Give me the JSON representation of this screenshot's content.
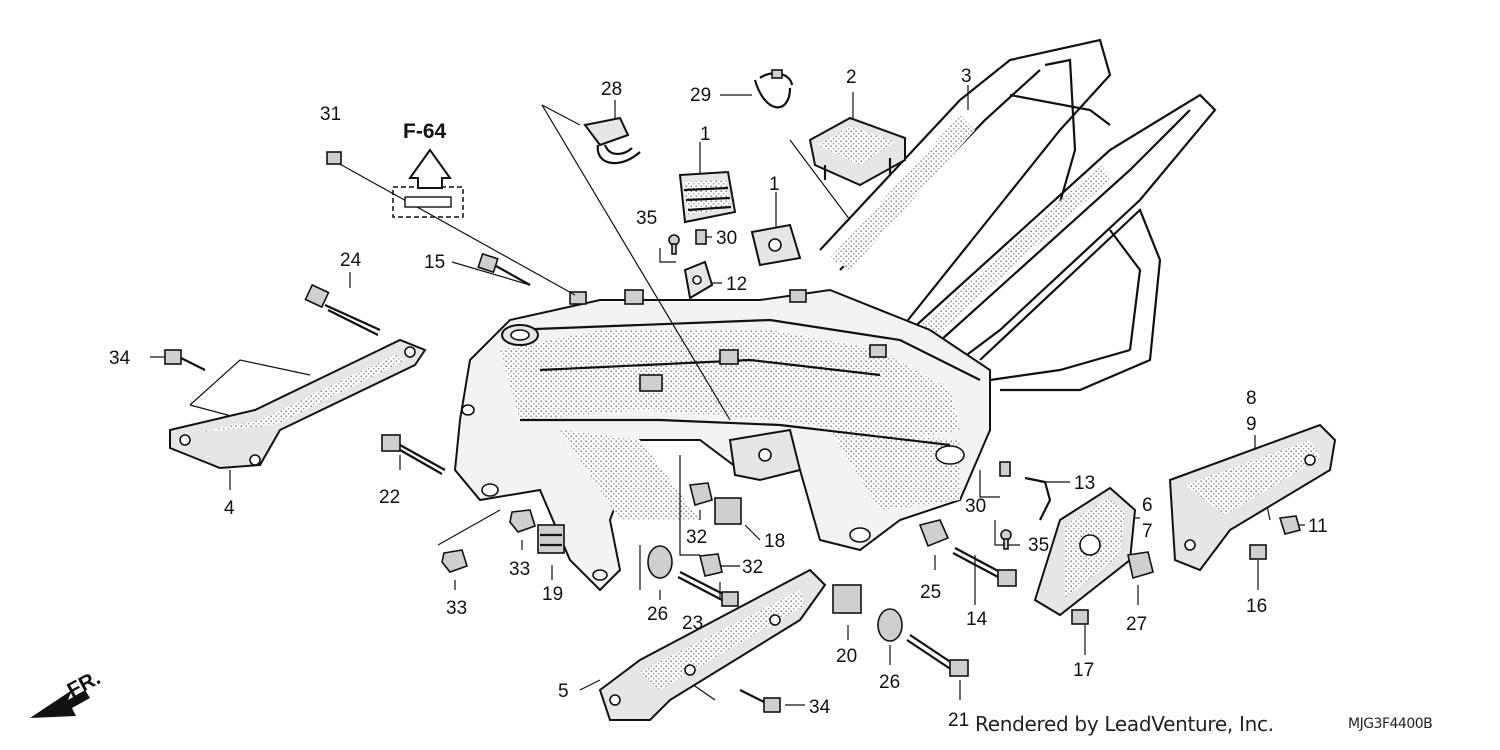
{
  "diagram": {
    "reference": {
      "label": "F-64"
    },
    "front_indicator": {
      "label": "FR."
    },
    "callouts": [
      {
        "id": "c1a",
        "text": "1"
      },
      {
        "id": "c1b",
        "text": "1"
      },
      {
        "id": "c2",
        "text": "2"
      },
      {
        "id": "c3",
        "text": "3"
      },
      {
        "id": "c4",
        "text": "4"
      },
      {
        "id": "c5",
        "text": "5"
      },
      {
        "id": "c6",
        "text": "6"
      },
      {
        "id": "c7",
        "text": "7"
      },
      {
        "id": "c8",
        "text": "8"
      },
      {
        "id": "c9",
        "text": "9"
      },
      {
        "id": "c11",
        "text": "11"
      },
      {
        "id": "c12",
        "text": "12"
      },
      {
        "id": "c13",
        "text": "13"
      },
      {
        "id": "c14",
        "text": "14"
      },
      {
        "id": "c15",
        "text": "15"
      },
      {
        "id": "c16",
        "text": "16"
      },
      {
        "id": "c17",
        "text": "17"
      },
      {
        "id": "c18",
        "text": "18"
      },
      {
        "id": "c19",
        "text": "19"
      },
      {
        "id": "c20",
        "text": "20"
      },
      {
        "id": "c21",
        "text": "21"
      },
      {
        "id": "c22",
        "text": "22"
      },
      {
        "id": "c23",
        "text": "23"
      },
      {
        "id": "c24",
        "text": "24"
      },
      {
        "id": "c25",
        "text": "25"
      },
      {
        "id": "c26a",
        "text": "26"
      },
      {
        "id": "c26b",
        "text": "26"
      },
      {
        "id": "c27",
        "text": "27"
      },
      {
        "id": "c28",
        "text": "28"
      },
      {
        "id": "c29",
        "text": "29"
      },
      {
        "id": "c30a",
        "text": "30"
      },
      {
        "id": "c30b",
        "text": "30"
      },
      {
        "id": "c31",
        "text": "31"
      },
      {
        "id": "c32a",
        "text": "32"
      },
      {
        "id": "c32b",
        "text": "32"
      },
      {
        "id": "c33a",
        "text": "33"
      },
      {
        "id": "c33b",
        "text": "33"
      },
      {
        "id": "c34a",
        "text": "34"
      },
      {
        "id": "c34b",
        "text": "34"
      },
      {
        "id": "c35a",
        "text": "35"
      },
      {
        "id": "c35b",
        "text": "35"
      }
    ],
    "credit": "Rendered by LeadVenture, Inc.",
    "code": "MJG3F4400B"
  }
}
